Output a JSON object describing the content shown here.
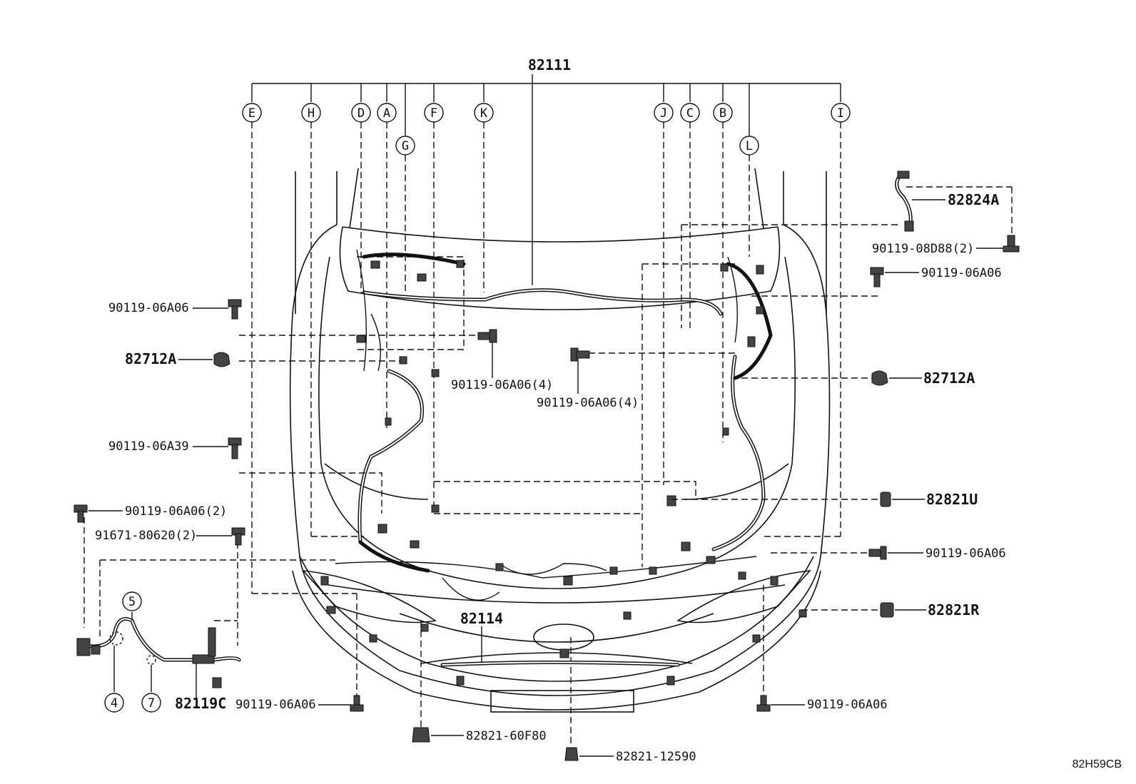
{
  "main_part": "82111",
  "callouts": [
    "E",
    "H",
    "D",
    "A",
    "G",
    "F",
    "K",
    "J",
    "C",
    "B",
    "L",
    "I"
  ],
  "numbered_callouts": [
    "5",
    "4",
    "7"
  ],
  "parts": {
    "p_82824A": "82824A",
    "p_90119_08D88_2": "90119-08D88(2)",
    "p_90119_06A06_tr": "90119-06A06",
    "p_90119_06A06_tl": "90119-06A06",
    "p_82712A_left": "82712A",
    "p_82712A_right": "82712A",
    "p_90119_06A06_4_a": "90119-06A06(4)",
    "p_90119_06A06_4_b": "90119-06A06(4)",
    "p_90119_06A39": "90119-06A39",
    "p_82821U": "82821U",
    "p_90119_06A06_2": "90119-06A06(2)",
    "p_91671_80620_2": "91671-80620(2)",
    "p_90119_06A06_mr": "90119-06A06",
    "p_82821R": "82821R",
    "p_82114": "82114",
    "p_82119C": "82119C",
    "p_90119_06A06_bl": "90119-06A06",
    "p_90119_06A06_br": "90119-06A06",
    "p_82821_60F80": "82821-60F80",
    "p_82821_12590": "82821-12590"
  },
  "diagram_ref": "82H59CB"
}
